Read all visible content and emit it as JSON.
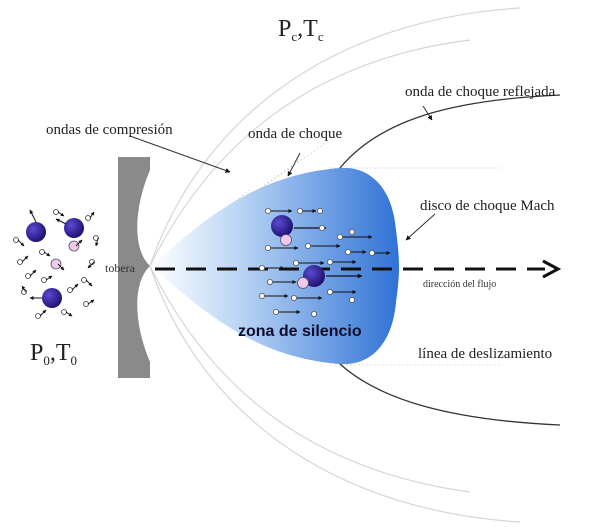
{
  "labels": {
    "chamber_pressure": "P",
    "chamber_pressure_sub": "c",
    "chamber_temp": "T",
    "chamber_temp_sub": "c",
    "source_pressure": "P",
    "source_pressure_sub": "0",
    "source_temp": "T",
    "source_temp_sub": "0",
    "reflected_shock": "onda de choque reflejada",
    "compression_waves": "ondas de compresión",
    "shock_wave": "onda de choque",
    "mach_disk": "disco de choque Mach",
    "nozzle": "tobera",
    "flow_direction": "dirección del flujo",
    "silence_zone": "zona de silencio",
    "slip_line": "línea de deslizamiento"
  },
  "colors": {
    "silence_zone_fill_light": "#ffffff",
    "silence_zone_fill_dark": "#2f72d6",
    "large_molecule": "#2a1a8c",
    "medium_molecule": "#f0c8f0",
    "small_molecule": "#ffffff",
    "nozzle": "#8a8a8a"
  }
}
